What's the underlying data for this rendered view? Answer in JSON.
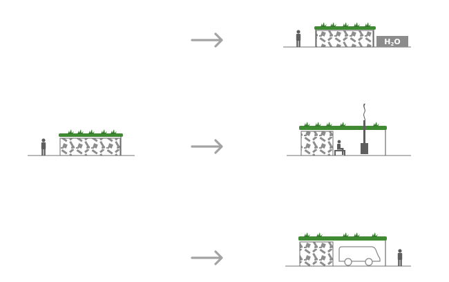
{
  "diagram": {
    "water_label": {
      "main": "H",
      "sub": "2",
      "end": "O"
    },
    "arrow_count": 3,
    "colors": {
      "green_roof": "#3f8a32",
      "rock_fill": "#8d8d8d",
      "person": "#5e5e5e",
      "arrow": "#a3a3a3"
    },
    "icons": [
      "person-icon",
      "arrow-right-icon",
      "car-icon",
      "stove-icon",
      "green-roof",
      "gabion-wall"
    ]
  }
}
